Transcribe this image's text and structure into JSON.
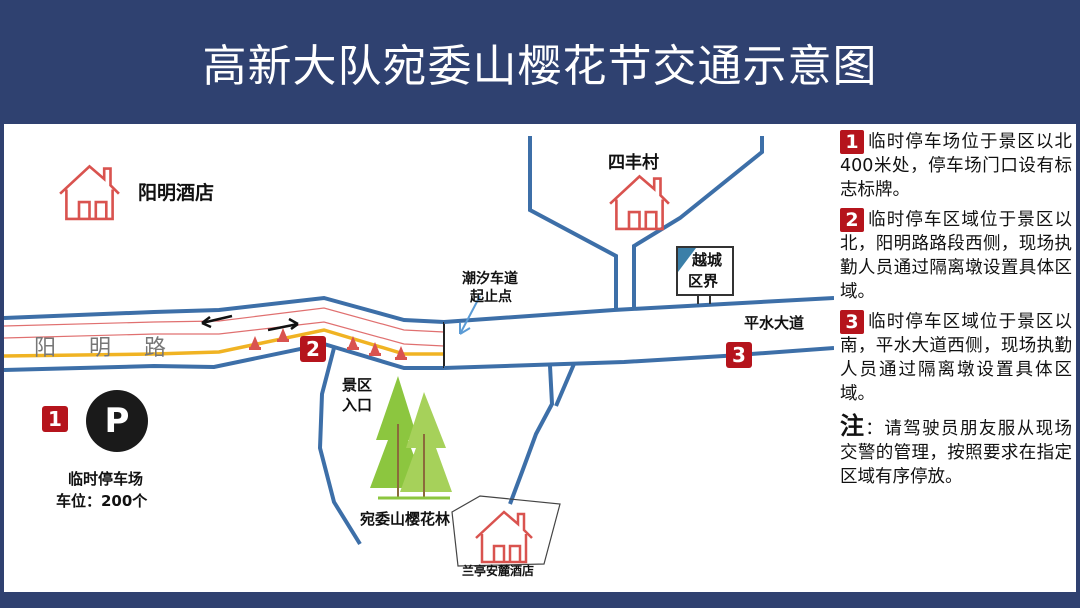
{
  "title": "高新大队宛委山樱花节交通示意图",
  "map": {
    "hotel_yangming": "阳明酒店",
    "village_sifeng": "四丰村",
    "road_yangming": "阳明路",
    "tide_lane_line1": "潮汐车道",
    "tide_lane_line2": "起止点",
    "border_sign_line1": "越城",
    "border_sign_line2": "区界",
    "road_pingshui": "平水大道",
    "scenic_entrance_line1": "景区",
    "scenic_entrance_line2": "入口",
    "forest": "宛委山樱花林",
    "hotel_lanting": "兰亭安麓酒店",
    "parking_symbol": "P",
    "parking_name": "临时停车场",
    "parking_capacity": "车位：200个",
    "badge_1": "1",
    "badge_2": "2",
    "badge_3": "3"
  },
  "notes": [
    {
      "num": "1",
      "text": "临时停车场位于景区以北400米处，停车场门口设有标志标牌。"
    },
    {
      "num": "2",
      "text": "临时停车区域位于景区以北，阳明路路段西侧，现场执勤人员通过隔离墩设置具体区域。"
    },
    {
      "num": "3",
      "text": "临时停车区域位于景区以南，平水大道西侧，现场执勤人员通过隔离墩设置具体区域。"
    }
  ],
  "footnote": {
    "label": "注",
    "text": "：请驾驶员朋友服从现场交警的管理，按照要求在指定区域有序停放。"
  },
  "colors": {
    "header_bg": "#2f4170",
    "road": "#3d6fa8",
    "badge": "#b5141c",
    "house": "#d9534f",
    "tree": "#8cc63f",
    "lane_yellow": "#f0b323"
  }
}
